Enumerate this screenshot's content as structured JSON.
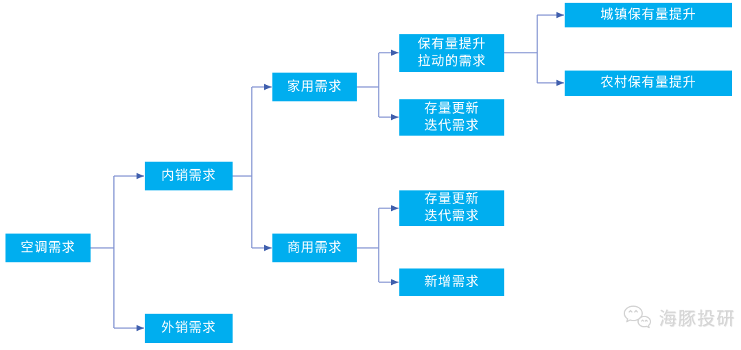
{
  "diagram": {
    "type": "tree",
    "direction": "left-to-right",
    "nodes": {
      "root": {
        "label": "空调需求"
      },
      "domestic": {
        "label": "内销需求"
      },
      "export": {
        "label": "外销需求"
      },
      "household": {
        "label": "家用需求"
      },
      "commercial": {
        "label": "商用需求"
      },
      "ownership_uplift": {
        "label": "保有量提升\n拉动的需求"
      },
      "household_replacement": {
        "label": "存量更新\n迭代需求"
      },
      "commercial_replacement": {
        "label": "存量更新\n迭代需求"
      },
      "new_demand": {
        "label": "新增需求"
      },
      "urban_ownership": {
        "label": "城镇保有量提升"
      },
      "rural_ownership": {
        "label": "农村保有量提升"
      }
    },
    "edges": [
      [
        "root",
        "domestic"
      ],
      [
        "root",
        "export"
      ],
      [
        "domestic",
        "household"
      ],
      [
        "domestic",
        "commercial"
      ],
      [
        "household",
        "ownership_uplift"
      ],
      [
        "household",
        "household_replacement"
      ],
      [
        "commercial",
        "commercial_replacement"
      ],
      [
        "commercial",
        "new_demand"
      ],
      [
        "ownership_uplift",
        "urban_ownership"
      ],
      [
        "ownership_uplift",
        "rural_ownership"
      ]
    ],
    "colors": {
      "node_fill": "#00AEEF",
      "node_text": "#FFFFFF",
      "connector_line": "#8494D2",
      "connector_arrow": "#4160AE",
      "background": "#FFFFFF",
      "watermark_text": "#D6D6D6"
    }
  },
  "watermark": {
    "icon": "wechat-chat-bubbles",
    "text": "海豚投研"
  }
}
